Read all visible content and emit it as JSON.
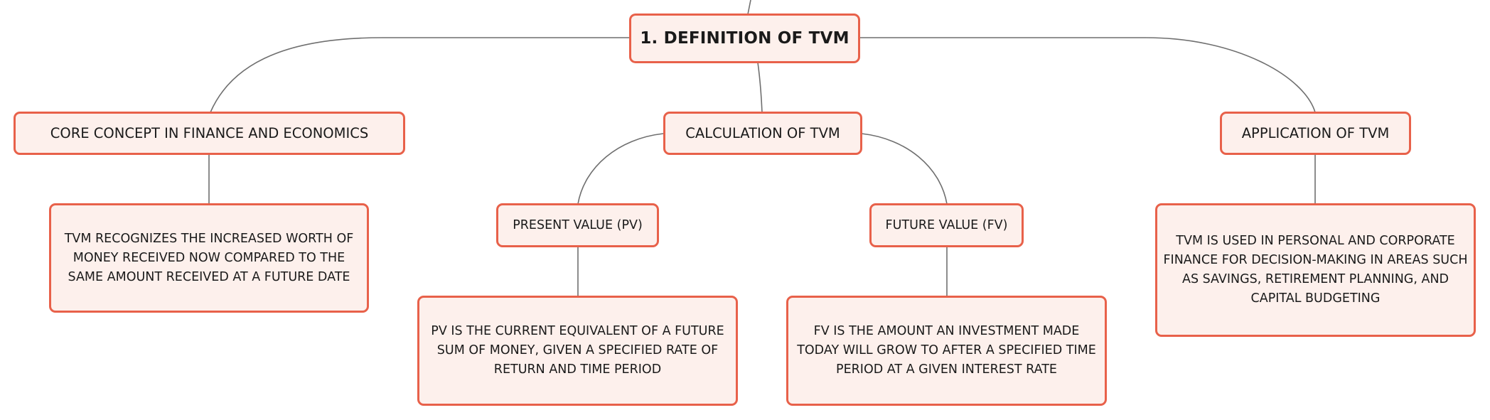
{
  "mindmap": {
    "root": {
      "label": "1. DEFINITION OF TVM"
    },
    "branches": [
      {
        "label": "CORE CONCEPT IN FINANCE AND ECONOMICS",
        "description": "TVM RECOGNIZES THE INCREASED WORTH OF MONEY RECEIVED NOW COMPARED TO THE SAME AMOUNT RECEIVED AT A FUTURE DATE"
      },
      {
        "label": "CALCULATION OF TVM",
        "children": [
          {
            "label": "PRESENT VALUE (PV)",
            "description": "PV IS THE CURRENT EQUIVALENT OF A FUTURE SUM OF MONEY, GIVEN A SPECIFIED RATE OF RETURN AND TIME PERIOD"
          },
          {
            "label": "FUTURE VALUE (FV)",
            "description": "FV IS THE AMOUNT AN INVESTMENT MADE TODAY WILL GROW TO AFTER A SPECIFIED TIME PERIOD AT A GIVEN INTEREST RATE"
          }
        ]
      },
      {
        "label": "APPLICATION OF TVM",
        "description": "TVM IS USED IN PERSONAL AND CORPORATE FINANCE FOR DECISION-MAKING IN AREAS SUCH AS SAVINGS, RETIREMENT PLANNING, AND CAPITAL BUDGETING"
      }
    ]
  },
  "colors": {
    "node_border": "#e8614a",
    "node_fill": "#fdf0ec",
    "connector": "#6f6f6f",
    "text": "#1a1a1a"
  }
}
